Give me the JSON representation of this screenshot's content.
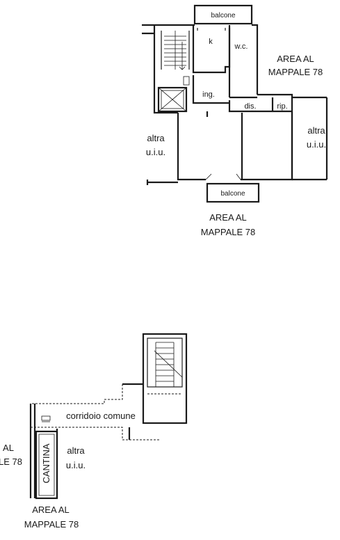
{
  "upper_floor": {
    "balcone_top": "balcone",
    "kitchen": "k",
    "wc": "w.c.",
    "ingresso": "ing.",
    "disimpegno": "dis.",
    "ripostiglio": "rip.",
    "balcone_bottom": "balcone",
    "altra_left": [
      "altra",
      "u.i.u."
    ],
    "altra_right": [
      "altra",
      "u.i.u."
    ],
    "area_right": [
      "AREA AL",
      "MAPPALE 78"
    ],
    "area_bottom": [
      "AREA AL",
      "MAPPALE 78"
    ]
  },
  "lower_floor": {
    "corridoio": "corridoio comune",
    "cantina": "CANTINA",
    "altra": [
      "altra",
      "u.i.u."
    ],
    "area_left": [
      "AL",
      "LE 78"
    ],
    "area_bottom": [
      "AREA AL",
      "MAPPALE 78"
    ]
  }
}
